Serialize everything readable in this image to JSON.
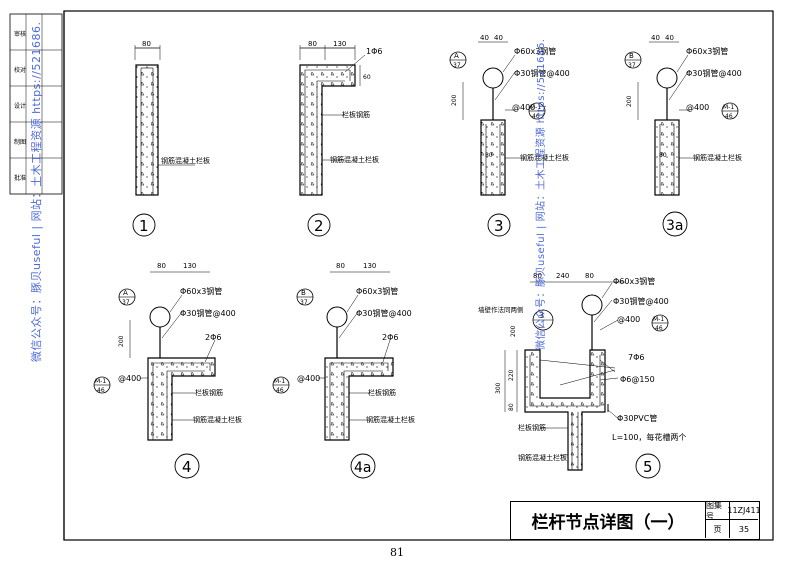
{
  "title_block": {
    "title": "栏杆节点详图（一）",
    "atlas_label": "图集号",
    "atlas_no": "11ZJ411",
    "page_label": "页",
    "page_no": "35"
  },
  "page_number": "81",
  "watermarks": {
    "left_vertical": "微信公众号：豚贝useful | 网站：土木工程资源 https://521686.",
    "mid_vertical": "微信公众号：豚贝useful | 网站：土木工程资源 https://521686."
  },
  "side_strip": [
    "审核",
    "校对",
    "设计",
    "制图",
    "批准"
  ],
  "details": {
    "d1": {
      "id": "1",
      "dim_top": "80",
      "label_slab": "钢筋混凝土栏板"
    },
    "d2": {
      "id": "2",
      "dim_a": "80",
      "dim_b": "130",
      "dim_r": "60",
      "bar": "1Φ6",
      "label_rebar": "栏板钢筋",
      "label_slab": "钢筋混凝土栏板"
    },
    "d3": {
      "id": "3",
      "ref_letter": "A",
      "ref_sheet": "37",
      "dim_a": "40",
      "dim_b": "40",
      "pipe": "Φ60x3钢管",
      "post": "Φ30钢管@400",
      "dim_h": "200",
      "dim_b2": "80",
      "anchor": "@400",
      "ref2_top": "M-1",
      "ref2_bot": "46",
      "label_slab": "钢筋混凝土栏板"
    },
    "d3a": {
      "id": "3a",
      "ref_letter": "B",
      "ref_sheet": "37",
      "dim_a": "40",
      "dim_b": "40",
      "pipe": "Φ60x3钢管",
      "post": "Φ30钢管@400",
      "dim_h": "200",
      "dim_b2": "80",
      "anchor": "@400",
      "ref2_top": "M-1",
      "ref2_bot": "46",
      "label_slab": "钢筋混凝土栏板"
    },
    "d4": {
      "id": "4",
      "ref_letter": "A",
      "ref_sheet": "37",
      "dim_a": "80",
      "dim_b": "130",
      "pipe": "Φ60x3钢管",
      "post": "Φ30钢管@400",
      "dim_h": "200",
      "bar": "2Φ6",
      "anchor": "@400",
      "ref2_top": "M-1",
      "ref2_bot": "46",
      "label_rebar": "栏板钢筋",
      "label_slab": "钢筋混凝土栏板"
    },
    "d4a": {
      "id": "4a",
      "ref_letter": "B",
      "ref_sheet": "37",
      "dim_a": "80",
      "dim_b": "130",
      "pipe": "Φ60x3钢管",
      "post": "Φ30钢管@400",
      "bar": "2Φ6",
      "anchor": "@400",
      "ref2_top": "M-1",
      "ref2_bot": "46",
      "label_rebar": "栏板钢筋",
      "label_slab": "钢筋混凝土栏板"
    },
    "d5": {
      "id": "5",
      "dim_a": "80",
      "dim_b": "240",
      "dim_c": "80",
      "ref_num": "3",
      "ref_dash": "—",
      "pipe": "Φ60x3钢管",
      "post": "Φ30钢管@400",
      "anchor": "@400",
      "ref2_top": "M-1",
      "ref2_bot": "46",
      "side_note": "墙壁作法同两侧",
      "dim_h1": "200",
      "dim_h2": "300",
      "dim_h3": "220",
      "dim_h4": "80",
      "bar": "7Φ6",
      "stirrup": "Φ6@150",
      "pvc": "Φ30PVC管",
      "pvc_note": "L=100，每花槽两个",
      "label_rebar": "栏板钢筋",
      "label_slab": "钢筋混凝土栏板"
    }
  }
}
